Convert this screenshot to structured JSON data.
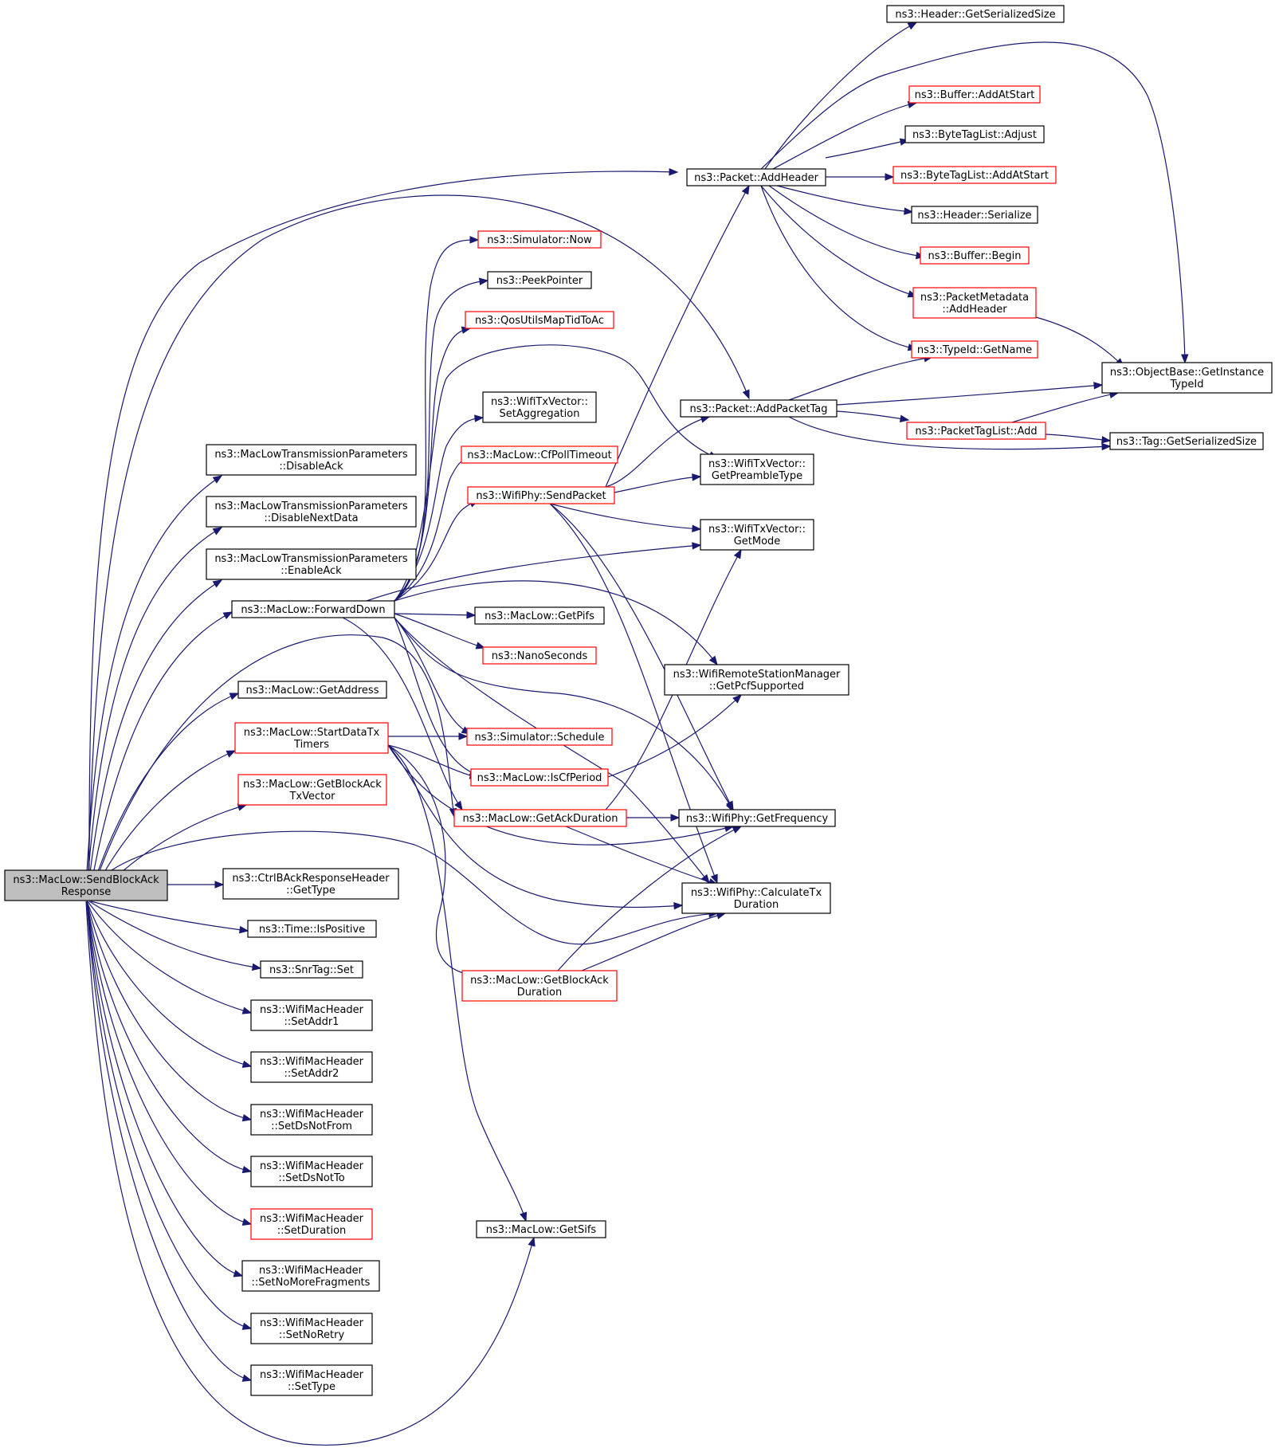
{
  "colors": {
    "edge": "#191970",
    "node_border_default": "#000000",
    "node_border_red": "#ff0000",
    "node_fill_default": "#ffffff",
    "node_fill_root": "#bfbfbf"
  },
  "graph": {
    "nodes": [
      {
        "id": "root",
        "lines": [
          "ns3::MacLow::SendBlockAck",
          "Response"
        ],
        "style": "root"
      },
      {
        "id": "addheader",
        "lines": [
          "ns3::Packet::AddHeader"
        ],
        "style": "black"
      },
      {
        "id": "addpackettag",
        "lines": [
          "ns3::Packet::AddPacketTag"
        ],
        "style": "black"
      },
      {
        "id": "disableack",
        "lines": [
          "ns3::MacLowTransmissionParameters",
          "::DisableAck"
        ],
        "style": "black"
      },
      {
        "id": "disablenextdata",
        "lines": [
          "ns3::MacLowTransmissionParameters",
          "::DisableNextData"
        ],
        "style": "black"
      },
      {
        "id": "enableack",
        "lines": [
          "ns3::MacLowTransmissionParameters",
          "::EnableAck"
        ],
        "style": "black"
      },
      {
        "id": "forwarddown",
        "lines": [
          "ns3::MacLow::ForwardDown"
        ],
        "style": "black"
      },
      {
        "id": "getackduration",
        "lines": [
          "ns3::MacLow::GetAckDuration"
        ],
        "style": "red"
      },
      {
        "id": "getaddress",
        "lines": [
          "ns3::MacLow::GetAddress"
        ],
        "style": "black"
      },
      {
        "id": "startdatatx",
        "lines": [
          "ns3::MacLow::StartDataTx",
          "Timers"
        ],
        "style": "red"
      },
      {
        "id": "getblockacktxvector",
        "lines": [
          "ns3::MacLow::GetBlockAck",
          "TxVector"
        ],
        "style": "red"
      },
      {
        "id": "gettype",
        "lines": [
          "ns3::CtrlBAckResponseHeader",
          "::GetType"
        ],
        "style": "black"
      },
      {
        "id": "getsifs",
        "lines": [
          "ns3::MacLow::GetSifs"
        ],
        "style": "black"
      },
      {
        "id": "calculatetx",
        "lines": [
          "ns3::WifiPhy::CalculateTx",
          "Duration"
        ],
        "style": "black"
      },
      {
        "id": "getfrequency",
        "lines": [
          "ns3::WifiPhy::GetFrequency"
        ],
        "style": "black"
      },
      {
        "id": "ispositive",
        "lines": [
          "ns3::Time::IsPositive"
        ],
        "style": "black"
      },
      {
        "id": "snrset",
        "lines": [
          "ns3::SnrTag::Set"
        ],
        "style": "black"
      },
      {
        "id": "setaddr1",
        "lines": [
          "ns3::WifiMacHeader",
          "::SetAddr1"
        ],
        "style": "black"
      },
      {
        "id": "setaddr2",
        "lines": [
          "ns3::WifiMacHeader",
          "::SetAddr2"
        ],
        "style": "black"
      },
      {
        "id": "setdsnotfrom",
        "lines": [
          "ns3::WifiMacHeader",
          "::SetDsNotFrom"
        ],
        "style": "black"
      },
      {
        "id": "setdsnotto",
        "lines": [
          "ns3::WifiMacHeader",
          "::SetDsNotTo"
        ],
        "style": "black"
      },
      {
        "id": "setduration",
        "lines": [
          "ns3::WifiMacHeader",
          "::SetDuration"
        ],
        "style": "red"
      },
      {
        "id": "setnomorefragments",
        "lines": [
          "ns3::WifiMacHeader",
          "::SetNoMoreFragments"
        ],
        "style": "black"
      },
      {
        "id": "setnoretry",
        "lines": [
          "ns3::WifiMacHeader",
          "::SetNoRetry"
        ],
        "style": "black"
      },
      {
        "id": "settype",
        "lines": [
          "ns3::WifiMacHeader",
          "::SetType"
        ],
        "style": "black"
      },
      {
        "id": "getblockackduration",
        "lines": [
          "ns3::MacLow::GetBlockAck",
          "Duration"
        ],
        "style": "red"
      },
      {
        "id": "header_getserializedsize",
        "lines": [
          "ns3::Header::GetSerializedSize"
        ],
        "style": "black"
      },
      {
        "id": "getinstancetypeid",
        "lines": [
          "ns3::ObjectBase::GetInstance",
          "TypeId"
        ],
        "style": "black"
      },
      {
        "id": "buffer_addatstart",
        "lines": [
          "ns3::Buffer::AddAtStart"
        ],
        "style": "red"
      },
      {
        "id": "bytetaglist_adjust",
        "lines": [
          "ns3::ByteTagList::Adjust"
        ],
        "style": "black"
      },
      {
        "id": "bytetaglist_addatstart",
        "lines": [
          "ns3::ByteTagList::AddAtStart"
        ],
        "style": "red"
      },
      {
        "id": "header_serialize",
        "lines": [
          "ns3::Header::Serialize"
        ],
        "style": "black"
      },
      {
        "id": "buffer_begin",
        "lines": [
          "ns3::Buffer::Begin"
        ],
        "style": "red"
      },
      {
        "id": "packetmetadata_addheader",
        "lines": [
          "ns3::PacketMetadata",
          "::AddHeader"
        ],
        "style": "red"
      },
      {
        "id": "typeid_getname",
        "lines": [
          "ns3::TypeId::GetName"
        ],
        "style": "red"
      },
      {
        "id": "packettaglist_add",
        "lines": [
          "ns3::PacketTagList::Add"
        ],
        "style": "red"
      },
      {
        "id": "tag_getserializedsize",
        "lines": [
          "ns3::Tag::GetSerializedSize"
        ],
        "style": "black"
      },
      {
        "id": "simulator_now",
        "lines": [
          "ns3::Simulator::Now"
        ],
        "style": "red"
      },
      {
        "id": "peekpointer",
        "lines": [
          "ns3::PeekPointer"
        ],
        "style": "black"
      },
      {
        "id": "qosutils",
        "lines": [
          "ns3::QosUtilsMapTidToAc"
        ],
        "style": "red"
      },
      {
        "id": "setaggregation",
        "lines": [
          "ns3::WifiTxVector::",
          "SetAggregation"
        ],
        "style": "black"
      },
      {
        "id": "cfpolltimeout",
        "lines": [
          "ns3::MacLow::CfPollTimeout"
        ],
        "style": "red"
      },
      {
        "id": "sendpacket",
        "lines": [
          "ns3::WifiPhy::SendPacket"
        ],
        "style": "red"
      },
      {
        "id": "getpifs",
        "lines": [
          "ns3::MacLow::GetPifs"
        ],
        "style": "black"
      },
      {
        "id": "nanoseconds",
        "lines": [
          "ns3::NanoSeconds"
        ],
        "style": "red"
      },
      {
        "id": "schedule",
        "lines": [
          "ns3::Simulator::Schedule"
        ],
        "style": "red"
      },
      {
        "id": "iscfperiod",
        "lines": [
          "ns3::MacLow::IsCfPeriod"
        ],
        "style": "red"
      },
      {
        "id": "getpreambletype",
        "lines": [
          "ns3::WifiTxVector::",
          "GetPreambleType"
        ],
        "style": "black"
      },
      {
        "id": "getmode",
        "lines": [
          "ns3::WifiTxVector::",
          "GetMode"
        ],
        "style": "black"
      },
      {
        "id": "getpcfsupported",
        "lines": [
          "ns3::WifiRemoteStationManager",
          "::GetPcfSupported"
        ],
        "style": "black"
      }
    ]
  }
}
